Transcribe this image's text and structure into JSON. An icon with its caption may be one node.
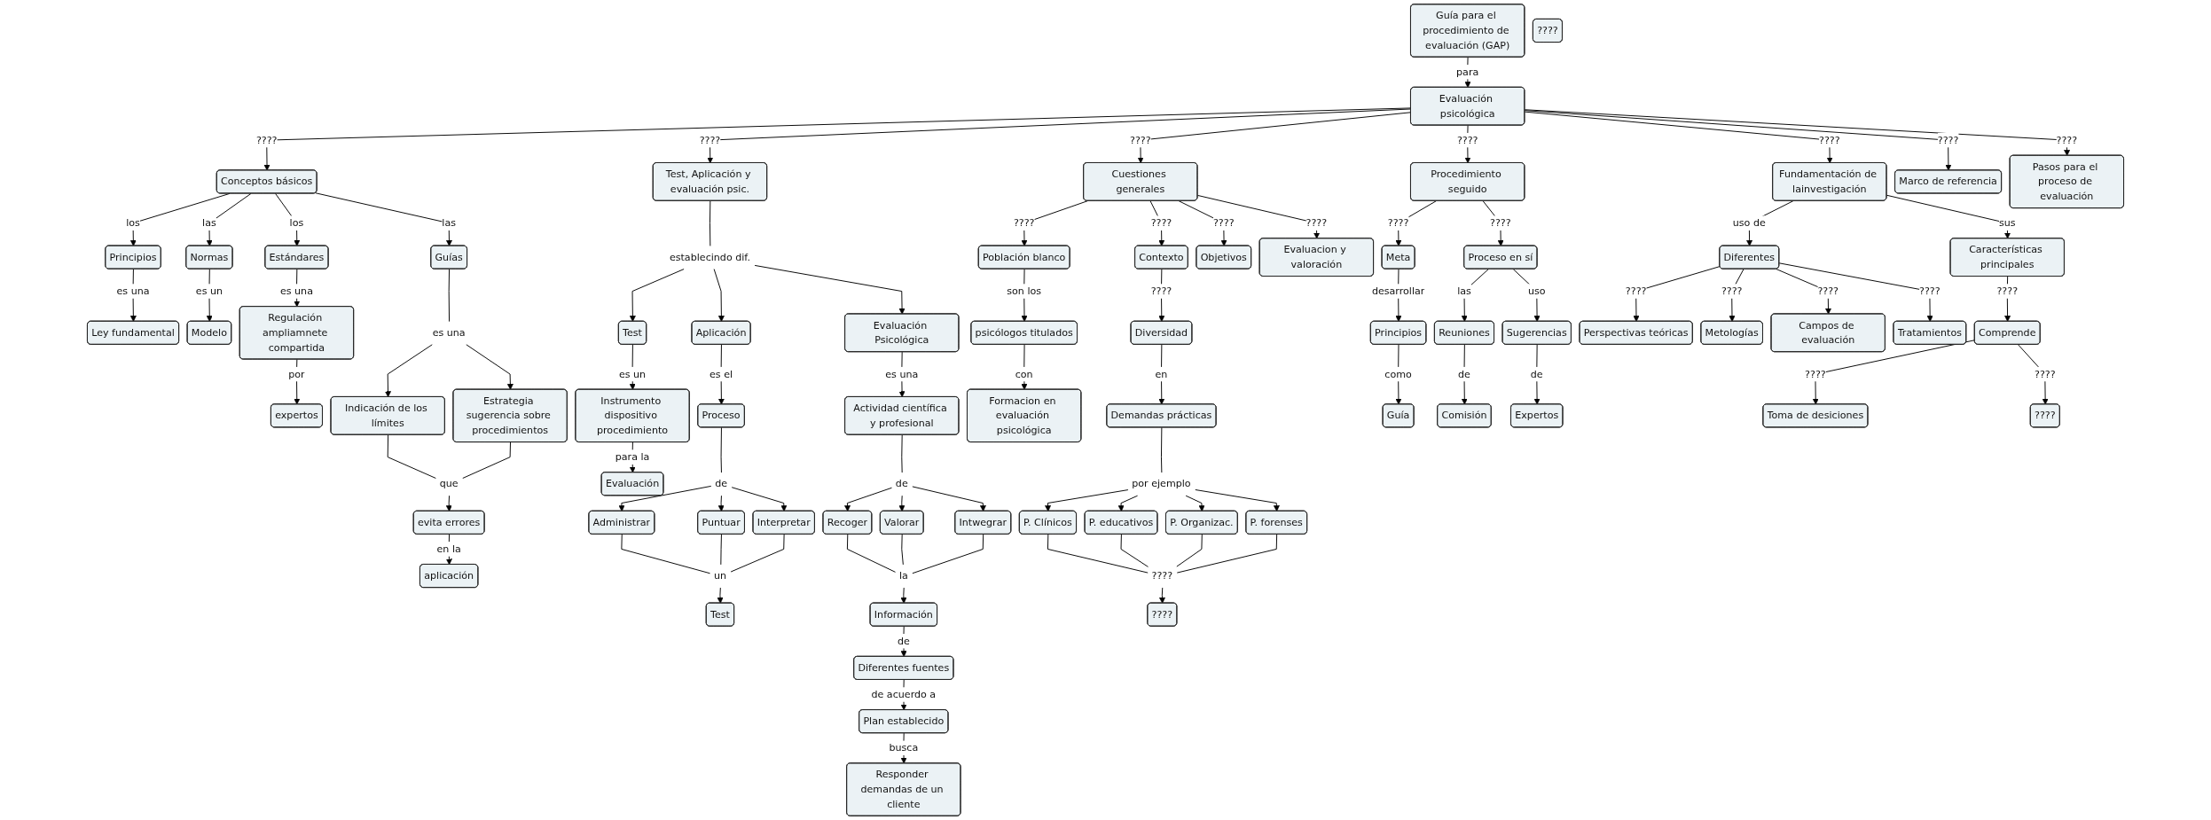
{
  "diagram": {
    "nodes": [
      {
        "text": [
          "Guía para el procedimiento de evaluación (GAP)"
        ]
      },
      {
        "text": [
          "Evaluación psicológica"
        ]
      },
      {
        "text": [
          "Conceptos básicos"
        ]
      },
      {
        "text": [
          "Principios"
        ]
      },
      {
        "text": [
          "Normas"
        ]
      },
      {
        "text": [
          "Estándares"
        ]
      },
      {
        "text": [
          "Guías"
        ]
      },
      {
        "text": [
          "Ley fundamental"
        ]
      },
      {
        "text": [
          "Modelo"
        ]
      },
      {
        "text": [
          "Regulación ampliamnete compartida"
        ]
      },
      {
        "text": [
          "expertos"
        ]
      },
      {
        "text": [
          "es una"
        ]
      },
      {
        "text": [
          "Indicación de los límites"
        ]
      },
      {
        "text": [
          "Estrategia sugerencia sobre procedimientos"
        ]
      },
      {
        "text": [
          "que"
        ]
      },
      {
        "text": [
          "evita errores"
        ]
      },
      {
        "text": [
          "aplicación"
        ]
      },
      {
        "text": [
          "Test, Aplicación y evaluación psic."
        ]
      },
      {
        "text": [
          "establecindo dif."
        ]
      },
      {
        "text": [
          "Test"
        ]
      },
      {
        "text": [
          "Aplicación"
        ]
      },
      {
        "text": [
          "Evaluación Psicológica"
        ]
      },
      {
        "text": [
          "Instrumento dispositivo procedimiento"
        ]
      },
      {
        "text": [
          "Evaluación"
        ]
      },
      {
        "text": [
          "Proceso"
        ]
      },
      {
        "text": [
          "de"
        ]
      },
      {
        "text": [
          "Administrar"
        ]
      },
      {
        "text": [
          "Puntuar"
        ]
      },
      {
        "text": [
          "Interpretar"
        ]
      },
      {
        "text": [
          "un"
        ]
      },
      {
        "text": [
          "Test"
        ]
      },
      {
        "text": [
          "Actividad científica y profesional"
        ]
      },
      {
        "text": [
          "de"
        ]
      },
      {
        "text": [
          "Recoger"
        ]
      },
      {
        "text": [
          "Valorar"
        ]
      },
      {
        "text": [
          "Intwegrar"
        ]
      },
      {
        "text": [
          "la"
        ]
      },
      {
        "text": [
          "Información"
        ]
      },
      {
        "text": [
          "Diferentes fuentes"
        ]
      },
      {
        "text": [
          "Plan establecido"
        ]
      },
      {
        "text": [
          "Responder demandas de un cliente"
        ]
      },
      {
        "text": [
          "Cuestiones generales"
        ]
      },
      {
        "text": [
          "Población blanco"
        ]
      },
      {
        "text": [
          "Contexto"
        ]
      },
      {
        "text": [
          "Objetivos"
        ]
      },
      {
        "text": [
          "Evaluacion y valoración"
        ]
      },
      {
        "text": [
          "psicólogos titulados"
        ]
      },
      {
        "text": [
          "Formacion en evaluación psicológica"
        ]
      },
      {
        "text": [
          "Diversidad"
        ]
      },
      {
        "text": [
          "Demandas prácticas"
        ]
      },
      {
        "text": [
          "por ejemplo"
        ]
      },
      {
        "text": [
          "P. Clínicos"
        ]
      },
      {
        "text": [
          "P. educativos"
        ]
      },
      {
        "text": [
          "P. Organizac."
        ]
      },
      {
        "text": [
          "P. forenses"
        ]
      },
      {
        "text": [
          "????"
        ]
      },
      {
        "text": [
          "????"
        ]
      },
      {
        "text": [
          "Procedimiento seguido"
        ]
      },
      {
        "text": [
          "Meta"
        ]
      },
      {
        "text": [
          "Proceso en sí"
        ]
      },
      {
        "text": [
          "Principios"
        ]
      },
      {
        "text": [
          "Guía"
        ]
      },
      {
        "text": [
          "Reuniones"
        ]
      },
      {
        "text": [
          "Sugerencias"
        ]
      },
      {
        "text": [
          "Comisión"
        ]
      },
      {
        "text": [
          "Expertos"
        ]
      },
      {
        "text": [
          "Fundamentación de lainvestigación"
        ]
      },
      {
        "text": [
          "Diferentes"
        ]
      },
      {
        "text": [
          "Perspectivas teóricas"
        ]
      },
      {
        "text": [
          "Metologías"
        ]
      },
      {
        "text": [
          "Campos de evaluación"
        ]
      },
      {
        "text": [
          "Tratamientos"
        ]
      },
      {
        "text": [
          "????"
        ]
      },
      {
        "text": [
          "Características principales"
        ]
      },
      {
        "text": [
          "Comprende"
        ]
      },
      {
        "text": [
          "Toma de desiciones"
        ]
      },
      {
        "text": [
          "????"
        ]
      },
      {
        "text": [
          "Marco de referencia"
        ]
      },
      {
        "text": [
          "Pasos para el proceso de evaluación"
        ]
      }
    ],
    "edges": [
      {
        "from": 0,
        "to": 1,
        "arrow": "to",
        "label": "para"
      },
      {
        "from": 1,
        "to": 2,
        "arrow": "to",
        "label": "????"
      },
      {
        "from": 1,
        "to": 17,
        "arrow": "to",
        "label": "????"
      },
      {
        "from": 1,
        "to": 41,
        "arrow": "to",
        "label": "????"
      },
      {
        "from": 1,
        "to": 57,
        "arrow": "to",
        "label": "????"
      },
      {
        "from": 1,
        "to": 66,
        "arrow": "to",
        "label": "????"
      },
      {
        "from": 1,
        "to": 77,
        "arrow": "to",
        "label": "????"
      },
      {
        "from": 1,
        "to": 78,
        "arrow": "to",
        "label": "????"
      },
      {
        "from": 2,
        "to": 3,
        "arrow": "to",
        "label": "los"
      },
      {
        "from": 2,
        "to": 4,
        "arrow": "to",
        "label": "las"
      },
      {
        "from": 2,
        "to": 5,
        "arrow": "to",
        "label": "los"
      },
      {
        "from": 2,
        "to": 6,
        "arrow": "to",
        "label": "las"
      },
      {
        "from": 3,
        "to": 7,
        "arrow": "to",
        "label": "es una"
      },
      {
        "from": 4,
        "to": 8,
        "arrow": "to",
        "label": "es un"
      },
      {
        "from": 5,
        "to": 9,
        "arrow": "to",
        "label": "es una"
      },
      {
        "from": 9,
        "to": 10,
        "arrow": "to",
        "label": "por"
      },
      {
        "from": 6,
        "to": 11,
        "arrow": "none"
      },
      {
        "from": 11,
        "to": 12,
        "arrow": "to"
      },
      {
        "from": 11,
        "to": 13,
        "arrow": "to"
      },
      {
        "from": 12,
        "to": 14,
        "arrow": "none"
      },
      {
        "from": 13,
        "to": 14,
        "arrow": "none"
      },
      {
        "from": 14,
        "to": 15,
        "arrow": "to"
      },
      {
        "from": 15,
        "to": 16,
        "arrow": "to",
        "label": "en la"
      },
      {
        "from": 17,
        "to": 18,
        "arrow": "none"
      },
      {
        "from": 18,
        "to": 19,
        "arrow": "to"
      },
      {
        "from": 18,
        "to": 20,
        "arrow": "to"
      },
      {
        "from": 18,
        "to": 21,
        "arrow": "to"
      },
      {
        "from": 19,
        "to": 22,
        "arrow": "to",
        "label": "es un"
      },
      {
        "from": 22,
        "to": 23,
        "arrow": "to",
        "label": "para la"
      },
      {
        "from": 20,
        "to": 24,
        "arrow": "to",
        "label": "es el"
      },
      {
        "from": 24,
        "to": 25,
        "arrow": "none"
      },
      {
        "from": 25,
        "to": 26,
        "arrow": "to"
      },
      {
        "from": 25,
        "to": 27,
        "arrow": "to"
      },
      {
        "from": 25,
        "to": 28,
        "arrow": "to"
      },
      {
        "from": 26,
        "to": 29,
        "arrow": "none"
      },
      {
        "from": 27,
        "to": 29,
        "arrow": "none"
      },
      {
        "from": 28,
        "to": 29,
        "arrow": "none"
      },
      {
        "from": 29,
        "to": 30,
        "arrow": "to"
      },
      {
        "from": 21,
        "to": 31,
        "arrow": "to",
        "label": "es una"
      },
      {
        "from": 31,
        "to": 32,
        "arrow": "none"
      },
      {
        "from": 32,
        "to": 33,
        "arrow": "to"
      },
      {
        "from": 32,
        "to": 34,
        "arrow": "to"
      },
      {
        "from": 32,
        "to": 35,
        "arrow": "to"
      },
      {
        "from": 33,
        "to": 36,
        "arrow": "none"
      },
      {
        "from": 34,
        "to": 36,
        "arrow": "none"
      },
      {
        "from": 35,
        "to": 36,
        "arrow": "none"
      },
      {
        "from": 36,
        "to": 37,
        "arrow": "to"
      },
      {
        "from": 37,
        "to": 38,
        "arrow": "to",
        "label": "de"
      },
      {
        "from": 38,
        "to": 39,
        "arrow": "to",
        "label": "de acuerdo a"
      },
      {
        "from": 39,
        "to": 40,
        "arrow": "to",
        "label": "busca"
      },
      {
        "from": 41,
        "to": 42,
        "arrow": "to",
        "label": "????"
      },
      {
        "from": 41,
        "to": 43,
        "arrow": "to",
        "label": "????"
      },
      {
        "from": 41,
        "to": 44,
        "arrow": "to",
        "label": "????"
      },
      {
        "from": 41,
        "to": 45,
        "arrow": "to",
        "label": "????"
      },
      {
        "from": 42,
        "to": 46,
        "arrow": "to",
        "label": "son los"
      },
      {
        "from": 46,
        "to": 47,
        "arrow": "to",
        "label": "con"
      },
      {
        "from": 43,
        "to": 48,
        "arrow": "to",
        "label": "????"
      },
      {
        "from": 48,
        "to": 49,
        "arrow": "to",
        "label": "en"
      },
      {
        "from": 49,
        "to": 50,
        "arrow": "none"
      },
      {
        "from": 50,
        "to": 51,
        "arrow": "to"
      },
      {
        "from": 50,
        "to": 52,
        "arrow": "to"
      },
      {
        "from": 50,
        "to": 53,
        "arrow": "to"
      },
      {
        "from": 50,
        "to": 54,
        "arrow": "to"
      },
      {
        "from": 51,
        "to": 55,
        "arrow": "none"
      },
      {
        "from": 52,
        "to": 55,
        "arrow": "none"
      },
      {
        "from": 53,
        "to": 55,
        "arrow": "none"
      },
      {
        "from": 54,
        "to": 55,
        "arrow": "none"
      },
      {
        "from": 55,
        "to": 56,
        "arrow": "to"
      },
      {
        "from": 57,
        "to": 58,
        "arrow": "to",
        "label": "????"
      },
      {
        "from": 57,
        "to": 59,
        "arrow": "to",
        "label": "????"
      },
      {
        "from": 58,
        "to": 60,
        "arrow": "to",
        "label": "desarrollar"
      },
      {
        "from": 60,
        "to": 61,
        "arrow": "to",
        "label": "como"
      },
      {
        "from": 59,
        "to": 62,
        "arrow": "to",
        "label": "las"
      },
      {
        "from": 59,
        "to": 63,
        "arrow": "to",
        "label": "uso"
      },
      {
        "from": 62,
        "to": 64,
        "arrow": "to",
        "label": "de"
      },
      {
        "from": 63,
        "to": 65,
        "arrow": "to",
        "label": "de"
      },
      {
        "from": 66,
        "to": 67,
        "arrow": "to",
        "label": "uso de"
      },
      {
        "from": 66,
        "to": 73,
        "arrow": "to",
        "label": "sus"
      },
      {
        "from": 67,
        "to": 68,
        "arrow": "to",
        "label": "????"
      },
      {
        "from": 67,
        "to": 69,
        "arrow": "to",
        "label": "????"
      },
      {
        "from": 67,
        "to": 70,
        "arrow": "to",
        "label": "????"
      },
      {
        "from": 67,
        "to": 71,
        "arrow": "to",
        "label": "????"
      },
      {
        "from": 73,
        "to": 74,
        "arrow": "to",
        "label": "????"
      },
      {
        "from": 74,
        "to": 75,
        "arrow": "to",
        "label": "????"
      },
      {
        "from": 74,
        "to": 76,
        "arrow": "to",
        "label": "????"
      }
    ]
  }
}
